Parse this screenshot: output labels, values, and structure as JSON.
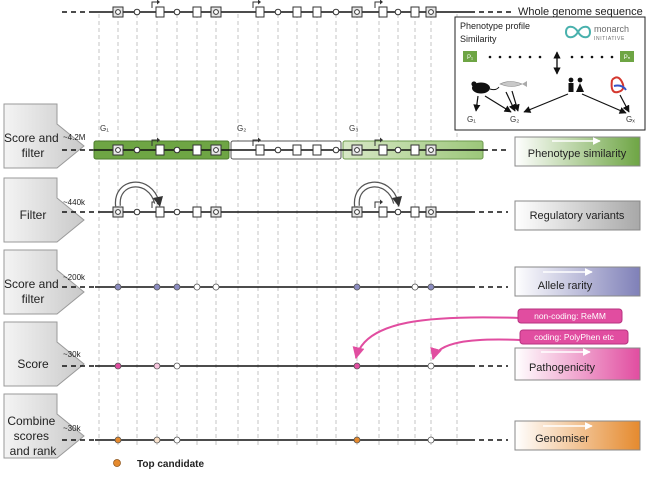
{
  "header": {
    "title": "Whole genome sequence"
  },
  "stages": [
    {
      "label_lines": [
        "Score and",
        "filter"
      ]
    },
    {
      "label_lines": [
        "Filter"
      ]
    },
    {
      "label_lines": [
        "Score and",
        "filter"
      ]
    },
    {
      "label_lines": [
        "Score"
      ]
    },
    {
      "label_lines": [
        "Combine",
        "scores",
        "and rank"
      ]
    }
  ],
  "counts": [
    "~4.2M",
    "~440k",
    "~200k",
    "~30k",
    "~30k"
  ],
  "genes": [
    "G₁",
    "G₂",
    "G₃"
  ],
  "results": [
    {
      "label": "Phenotype similarity",
      "color": "#6ea544"
    },
    {
      "label": "Regulatory variants",
      "color": "#b5b5b5"
    },
    {
      "label": "Allele rarity",
      "color": "#8b8cc0"
    },
    {
      "label": "Pathogenicity",
      "color": "#e14da0"
    },
    {
      "label": "Genomiser",
      "color": "#e58a2e"
    }
  ],
  "pathogenicity_sources": [
    {
      "label": "non-coding: ReMM"
    },
    {
      "label": "coding: PolyPhen etc"
    }
  ],
  "phenotype_panel": {
    "title_line1": "Phenotype profile",
    "title_line2": "Similarity",
    "logo_text": "monarch",
    "logo_subtext": "INITIATIVE",
    "p_first": "P₁",
    "p_last": "Pₙ",
    "gene_labels": [
      "G₁",
      "G₂",
      "Gₓ"
    ]
  },
  "legend": {
    "label": "Top candidate",
    "color": "#e58a2e"
  },
  "colors": {
    "accent_green": "#6ea544",
    "light_green": "#c7ddb0",
    "pink": "#e14da0",
    "orange": "#e58a2e",
    "blue_dot": "#8b8cc0"
  }
}
